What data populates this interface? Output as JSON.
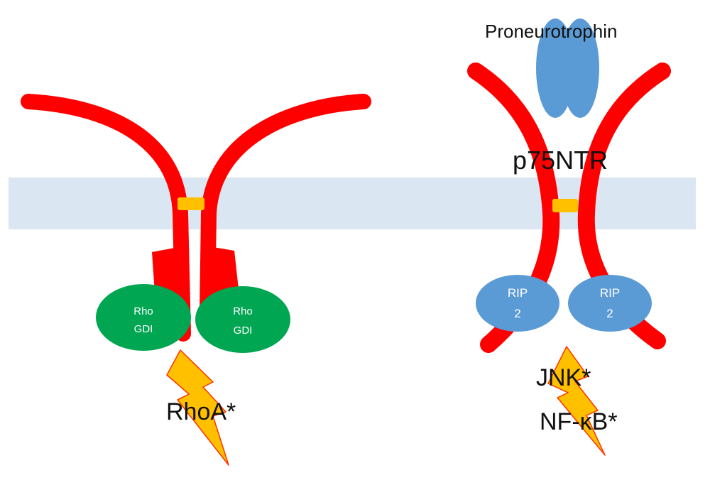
{
  "labels": {
    "ligand": "Proneurotrophin",
    "receptor": "p75NTR",
    "left_effector_product": "RhoA*",
    "right_product_1": "JNK*",
    "right_product_2": "NF-κB*"
  },
  "left_complex": {
    "adaptor_1": [
      "Rho",
      "GDI"
    ],
    "adaptor_2": [
      "Rho",
      "GDI"
    ]
  },
  "right_complex": {
    "adaptor_1": [
      "RIP",
      "2"
    ],
    "adaptor_2": [
      "RIP",
      "2"
    ]
  },
  "colors": {
    "receptor": "#ff0000",
    "membrane": "#dae6f1",
    "linker": "#ffc000",
    "rho_gdi": "#00a651",
    "rip2": "#5b9bd5",
    "ligand": "#5b9bd5",
    "lightning_fill": "#ffc000",
    "lightning_stroke": "#ff3300"
  }
}
